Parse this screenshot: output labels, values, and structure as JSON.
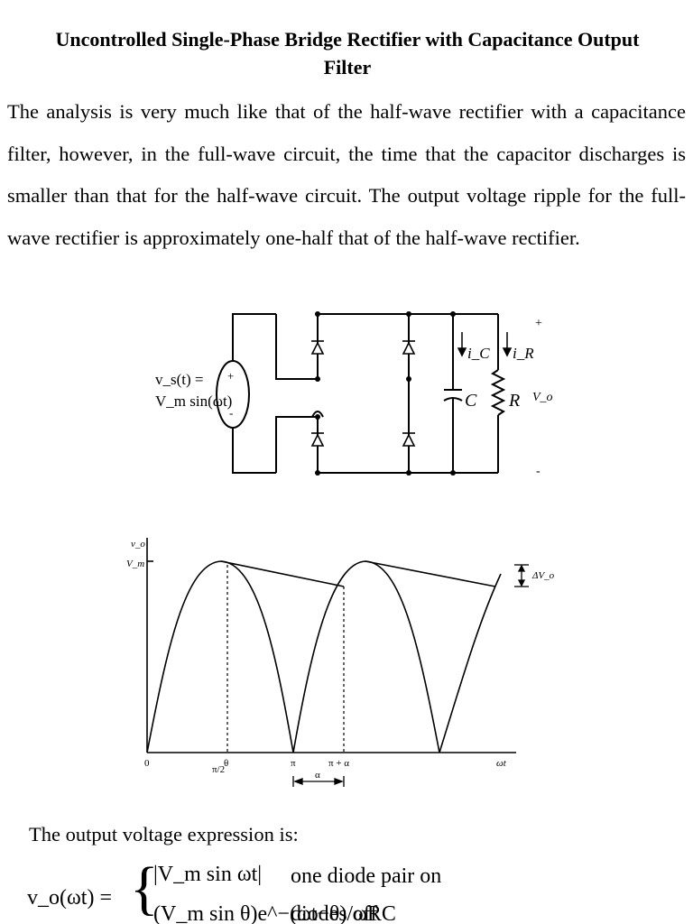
{
  "document": {
    "title": "Uncontrolled Single-Phase Bridge Rectifier with Capacitance Output Filter",
    "paragraph": "The analysis is very much like that of the half-wave rectifier with a capacitance filter, however, in the full-wave circuit, the time that the capacitor discharges is smaller than that for the half-wave circuit. The output voltage ripple for the full-wave rectifier is approximately one-half that of  the half-wave rectifier.",
    "expression_intro": "The output voltage expression is:"
  },
  "circuit": {
    "source_label_line1": "v_s(t) =",
    "source_label_line2": "V_m sin(ωt)",
    "source_plus": "+",
    "source_minus": "-",
    "ic_label": "i_C",
    "ir_label": "i_R",
    "capacitor_label": "C",
    "resistor_label": "R",
    "output_label": "V_o",
    "plus": "+",
    "minus": "-"
  },
  "waveform": {
    "y_axis_label": "v_o",
    "vm_label": "V_m",
    "origin_label": "0",
    "theta_label": "θ",
    "pi_half_label": "π/2",
    "pi_label": "π",
    "pi_alpha_label": "π + α",
    "alpha_label": "α",
    "omega_t_label": "ωt",
    "ripple_label": "ΔV_o"
  },
  "formula": {
    "lhs": "v_o(ωt) =",
    "case1": "|V_m sin ωt|",
    "cond1": "one diode pair on",
    "case2": "(V_m sin θ)e^−(ωt−θ)/ωRC",
    "cond2": "diodes off"
  }
}
